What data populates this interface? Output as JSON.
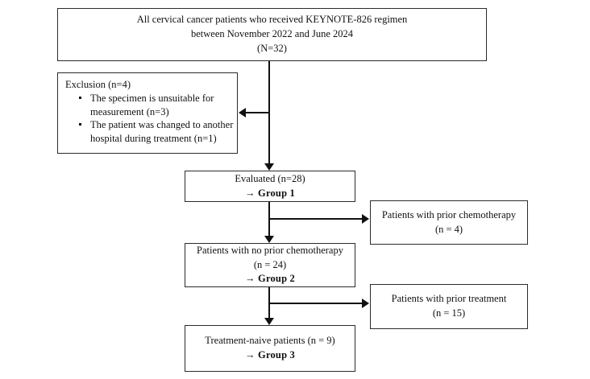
{
  "figure": {
    "type": "flowchart",
    "orientation": "top-down",
    "background_color": "#ffffff",
    "line_color": "#111111",
    "box_border_color": "#2b2b2b"
  },
  "nodes": {
    "enrollment": {
      "id": "enrollment-box",
      "lines": [
        "All cervical cancer patients who received KEYNOTE-826 regimen",
        "between November 2022 and June 2024",
        "(N=32)"
      ]
    },
    "exclusion": {
      "id": "exclusion-box",
      "title": "Exclusion (n=4)",
      "bullets": [
        [
          "The specimen is unsuitable for",
          "measurement (n=3)"
        ],
        [
          "The patient was changed to another",
          "hospital during treatment (n=1)"
        ]
      ]
    },
    "evaluated": {
      "id": "evaluated-box",
      "line1": "Evaluated (n=28)",
      "arrow": "→",
      "group": "Group 1"
    },
    "prior_chemo": {
      "id": "prior-chemotherapy-box",
      "line1": "Patients with prior chemotherapy",
      "line2": "(n = 4)"
    },
    "no_prior_chemo": {
      "id": "no-prior-chemotherapy-box",
      "line1": "Patients with no prior chemotherapy",
      "line2": "(n = 24)",
      "arrow": "→",
      "group": "Group 2"
    },
    "prior_treatment": {
      "id": "prior-treatment-box",
      "line1": "Patients with prior treatment",
      "line2": "(n = 15)"
    },
    "treatment_naive": {
      "id": "treatment-naive-box",
      "line1": "Treatment-naive patients (n = 9)",
      "arrow": "→",
      "group": "Group 3"
    }
  },
  "counts": {
    "total_enrolled": 32,
    "excluded": 4,
    "excluded_unsuitable_specimen": 3,
    "excluded_changed_hospital": 1,
    "evaluated_group1": 28,
    "prior_chemotherapy": 4,
    "no_prior_chemotherapy_group2": 24,
    "prior_treatment": 15,
    "treatment_naive_group3": 9
  },
  "connectors": [
    {
      "name": "enrollment-to-evaluated",
      "from": "enrollment",
      "to": "evaluated",
      "direction": "down"
    },
    {
      "name": "enrollment-to-exclusion",
      "from": "enrollment",
      "to": "exclusion",
      "direction": "left"
    },
    {
      "name": "evaluated-to-no-prior-chemo",
      "from": "evaluated",
      "to": "no_prior_chemo",
      "direction": "down"
    },
    {
      "name": "evaluated-to-prior-chemo",
      "from": "evaluated",
      "to": "prior_chemo",
      "direction": "right"
    },
    {
      "name": "no-prior-chemo-to-treatment-naive",
      "from": "no_prior_chemo",
      "to": "treatment_naive",
      "direction": "down"
    },
    {
      "name": "no-prior-chemo-to-prior-treatment",
      "from": "no_prior_chemo",
      "to": "prior_treatment",
      "direction": "right"
    }
  ]
}
